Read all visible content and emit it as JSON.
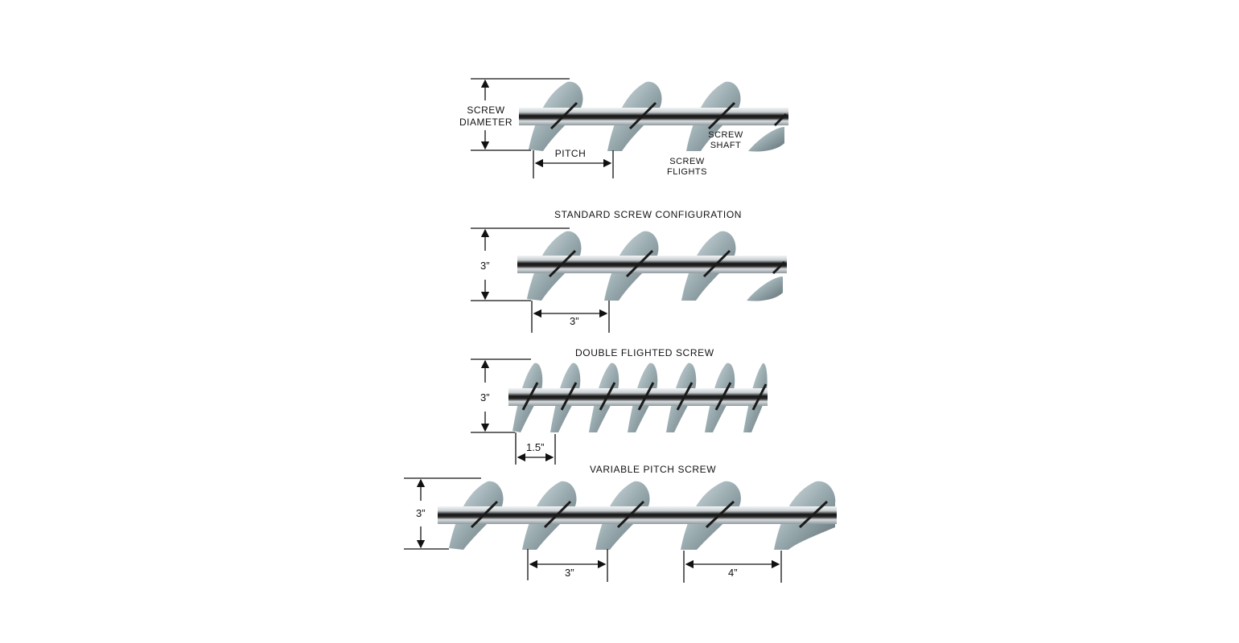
{
  "diagram": {
    "overview": {
      "labels": {
        "screw_diameter": "SCREW\nDIAMETER",
        "screw_diameter_line1": "SCREW",
        "screw_diameter_line2": "DIAMETER",
        "pitch": "PITCH",
        "screw_shaft_line1": "SCREW",
        "screw_shaft_line2": "SHAFT",
        "screw_flights_line1": "SCREW",
        "screw_flights_line2": "FLIGHTS"
      }
    },
    "standard": {
      "title": "STANDARD SCREW CONFIGURATION",
      "diameter": "3”",
      "pitch": "3”"
    },
    "double_flighted": {
      "title": "DOUBLE FLIGHTED SCREW",
      "diameter": "3”",
      "pitch": "1.5”"
    },
    "variable_pitch": {
      "title": "VARIABLE PITCH SCREW",
      "diameter": "3”",
      "pitch_1": "3”",
      "pitch_2": "4”"
    },
    "colors": {
      "flight_light": "#c9d3d6",
      "flight_mid": "#8e9ea4",
      "flight_dark": "#5d6d73",
      "shaft_dark": "#111111",
      "shaft_light": "#e8ecee",
      "line": "#111111"
    }
  }
}
